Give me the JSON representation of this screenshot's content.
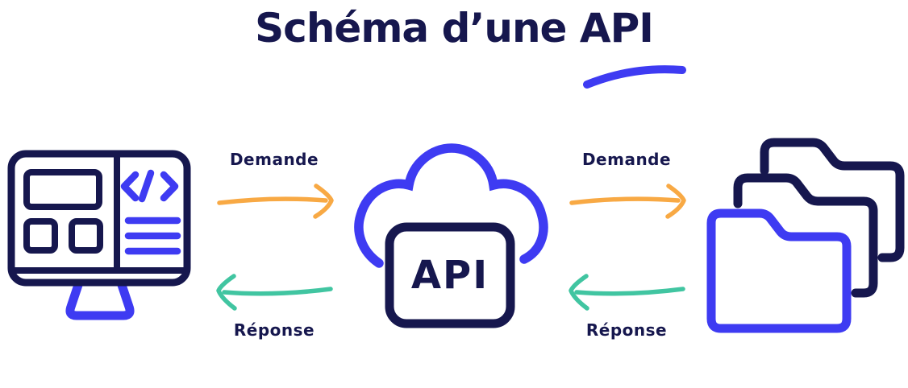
{
  "title": {
    "text": "Schéma d’une API"
  },
  "nodes": {
    "client": {
      "icon": "monitor-code-icon"
    },
    "api": {
      "icon": "api-cloud-icon",
      "label": "API"
    },
    "server": {
      "icon": "folder-stack-icon"
    }
  },
  "arrows": {
    "left_request": {
      "label": "Demande",
      "direction": "right",
      "color": "#f8a944"
    },
    "left_response": {
      "label": "Réponse",
      "direction": "left",
      "color": "#41c5a1"
    },
    "right_request": {
      "label": "Demande",
      "direction": "right",
      "color": "#f8a944"
    },
    "right_response": {
      "label": "Réponse",
      "direction": "left",
      "color": "#41c5a1"
    }
  },
  "colors": {
    "navy": "#16174e",
    "blue": "#3e3bf2",
    "orange": "#f8a944",
    "green": "#41c5a1",
    "background": "#ffffff"
  }
}
